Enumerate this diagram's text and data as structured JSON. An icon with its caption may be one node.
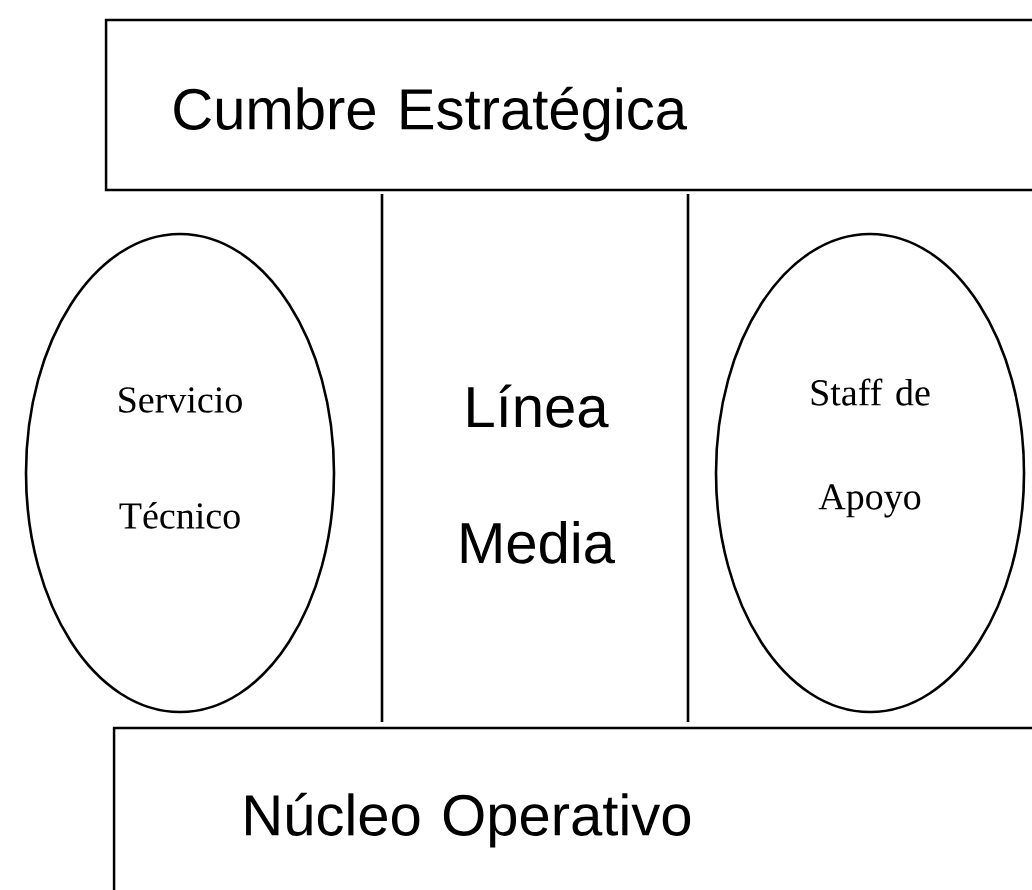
{
  "diagram": {
    "nodes": [
      {
        "text": [
          "Cumbre Estratégica"
        ]
      },
      {
        "text": [
          "Servicio Técnico"
        ]
      },
      {
        "text": [
          "Línea Media"
        ]
      },
      {
        "text": [
          "Staff de Apoyo"
        ]
      },
      {
        "text": [
          "Núcleo Operativo"
        ]
      }
    ]
  }
}
